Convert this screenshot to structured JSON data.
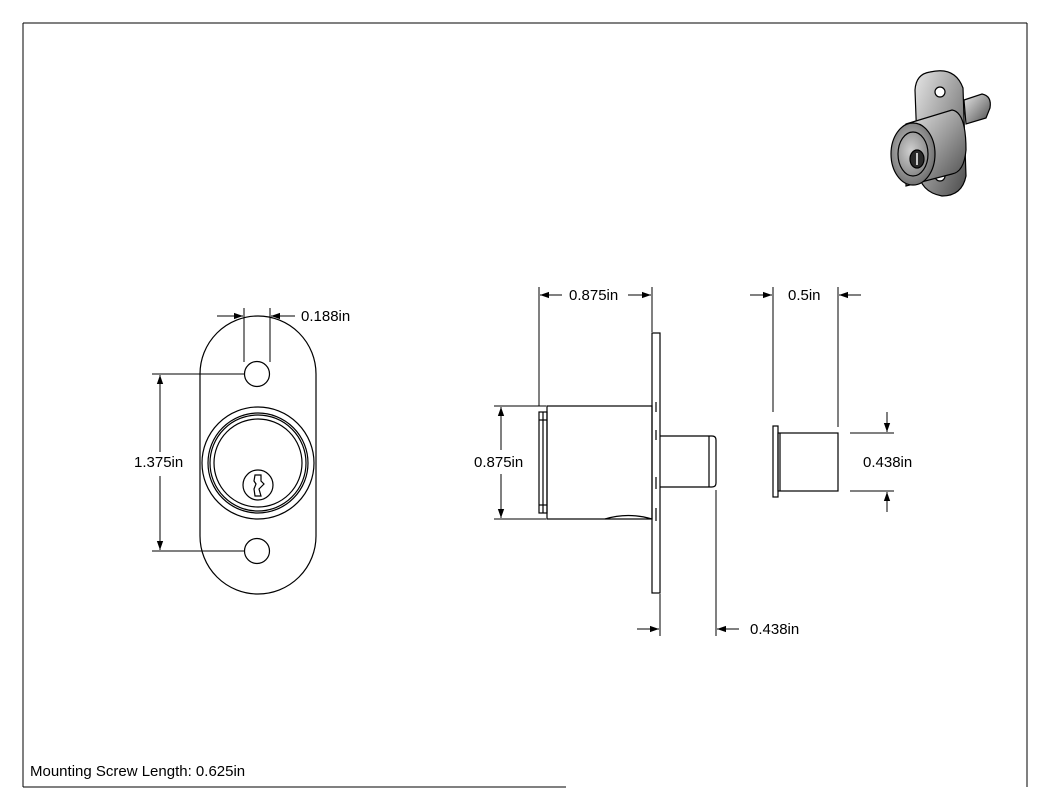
{
  "drawing": {
    "note": "Mounting Screw Length: 0.625in",
    "front_view": {
      "hole_diameter": "0.188in",
      "hole_spacing": "1.375in"
    },
    "side_view": {
      "body_length": "0.875in",
      "body_diameter": "0.875in",
      "bolt_projection": "0.438in"
    },
    "strike_view": {
      "length": "0.5in",
      "diameter": "0.438in"
    }
  }
}
